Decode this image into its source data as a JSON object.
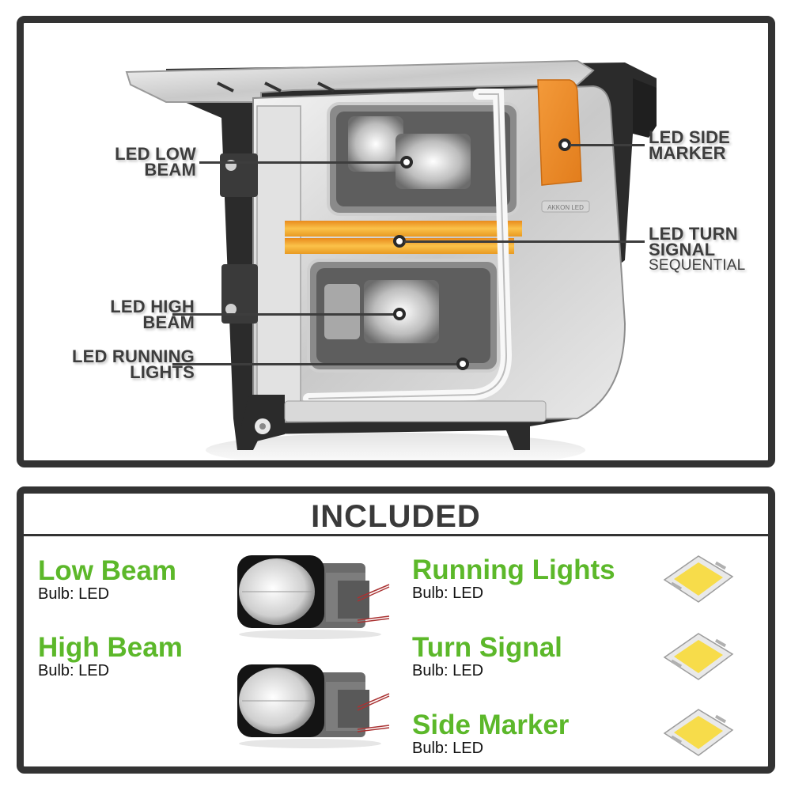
{
  "diagram": {
    "subject": "LED projector headlight assembly (chrome housing)",
    "lens_badge": "AKKON LED",
    "callouts": [
      {
        "id": "low-beam",
        "line1": "LED LOW",
        "line2": "BEAM",
        "sub": ""
      },
      {
        "id": "high-beam",
        "line1": "LED HIGH",
        "line2": "BEAM",
        "sub": ""
      },
      {
        "id": "running-lights",
        "line1": "LED RUNNING",
        "line2": "LIGHTS",
        "sub": ""
      },
      {
        "id": "side-marker",
        "line1": "LED SIDE",
        "line2": "MARKER",
        "sub": ""
      },
      {
        "id": "turn-signal",
        "line1": "LED TURN",
        "line2": "SIGNAL",
        "sub": "SEQUENTIAL"
      }
    ]
  },
  "included": {
    "title": "INCLUDED",
    "items": [
      {
        "name": "Low Beam",
        "bulb": "Bulb: LED",
        "icon": "led-projector-icon"
      },
      {
        "name": "High Beam",
        "bulb": "Bulb: LED",
        "icon": "led-projector-icon"
      },
      {
        "name": "Running Lights",
        "bulb": "Bulb: LED",
        "icon": "led-chip-icon"
      },
      {
        "name": "Turn Signal",
        "bulb": "Bulb: LED",
        "icon": "led-chip-icon"
      },
      {
        "name": "Side Marker",
        "bulb": "Bulb: LED",
        "icon": "led-chip-icon"
      }
    ]
  },
  "colors": {
    "frame": "#333333",
    "label_text": "#3d3d3d",
    "feature_green": "#5cb82a",
    "amber": "#f0a030",
    "chip_yellow": "#f7dc4a"
  }
}
